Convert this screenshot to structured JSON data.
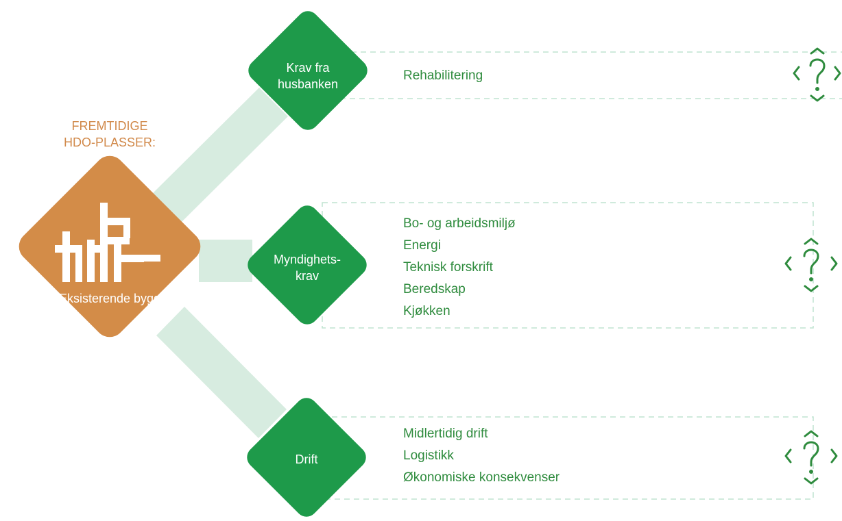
{
  "heading": {
    "line1": "FREMTIDIGE",
    "line2": "HDO-PLASSER:"
  },
  "source_node": {
    "label": "Eksisterende bygg",
    "icon": "building-floorplan-icon"
  },
  "branches": [
    {
      "label_lines": [
        "Krav fra",
        "husbanken"
      ],
      "items": [
        "Rehabilitering"
      ],
      "icon": "question-mark-icon"
    },
    {
      "label_lines": [
        "Myndighets-",
        "krav"
      ],
      "items": [
        "Bo- og arbeidsmiljø",
        "Energi",
        "Teknisk forskrift",
        "Beredskap",
        "Kjøkken"
      ],
      "icon": "question-mark-icon"
    },
    {
      "label_lines": [
        "Drift"
      ],
      "items": [
        "Midlertidig drift",
        "Logistikk",
        "Økonomiske konsekvenser"
      ],
      "icon": "question-mark-icon"
    }
  ],
  "colors": {
    "source": "#d38c48",
    "branch": "#1e9a4a",
    "connector": "#d7ece0",
    "text_green": "#2e8b3d",
    "heading": "#d1894a",
    "dashed_border": "#bfe3d0"
  }
}
